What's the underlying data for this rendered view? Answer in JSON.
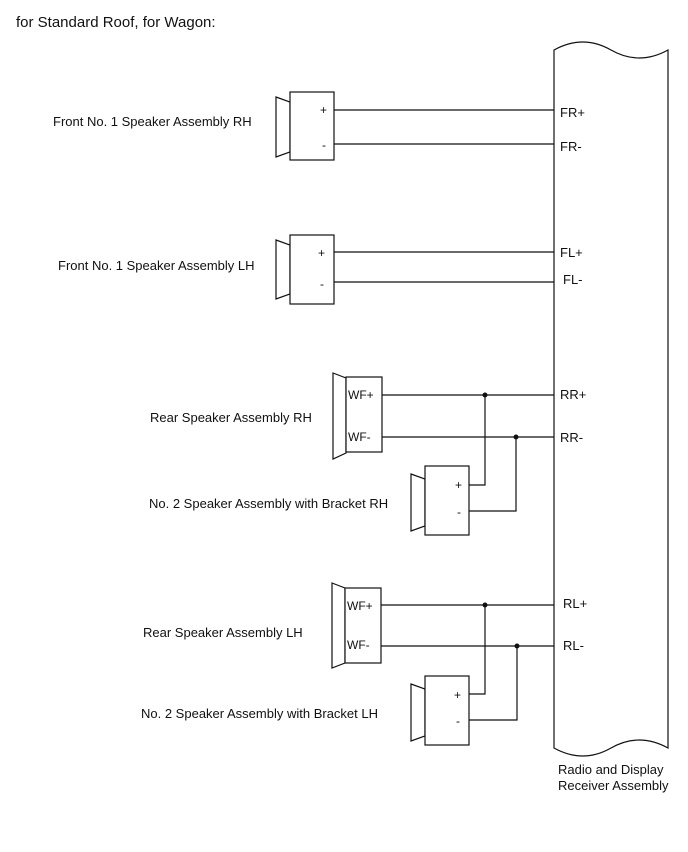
{
  "header": "for Standard Roof, for Wagon:",
  "receiver": {
    "name_line1": "Radio and Display",
    "name_line2": "Receiver Assembly",
    "pins": {
      "fr_plus": "FR+",
      "fr_minus": "FR-",
      "fl_plus": "FL+",
      "fl_minus": "FL-",
      "rr_plus": "RR+",
      "rr_minus": "RR-",
      "rl_plus": "RL+",
      "rl_minus": "RL-"
    }
  },
  "speakers": {
    "front_rh": {
      "label": "Front No. 1 Speaker Assembly RH",
      "plus": "+",
      "minus": "-"
    },
    "front_lh": {
      "label": "Front No. 1 Speaker Assembly LH",
      "plus": "+",
      "minus": "-"
    },
    "rear_rh": {
      "label": "Rear Speaker Assembly RH",
      "plus": "WF+",
      "minus": "WF-"
    },
    "no2_rh": {
      "label": "No. 2 Speaker Assembly with Bracket RH",
      "plus": "+",
      "minus": "-"
    },
    "rear_lh": {
      "label": "Rear Speaker Assembly LH",
      "plus": "WF+",
      "minus": "WF-"
    },
    "no2_lh": {
      "label": "No. 2 Speaker Assembly with Bracket LH",
      "plus": "+",
      "minus": "-"
    }
  }
}
